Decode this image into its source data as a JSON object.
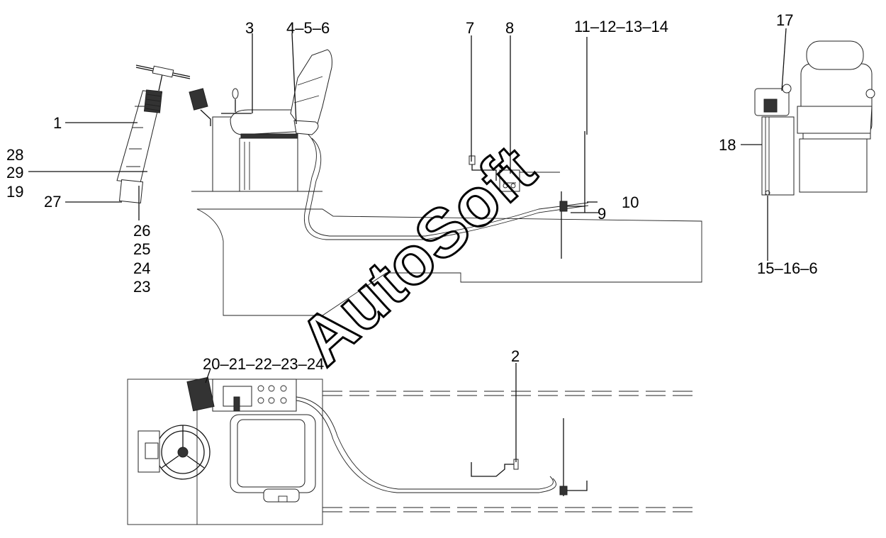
{
  "callouts": {
    "c1": "1",
    "c2": "2",
    "c3": "3",
    "c4_5_6": "4–5–6",
    "c7": "7",
    "c8": "8",
    "c9": "9",
    "c10": "10",
    "c11_14": "11–12–13–14",
    "c15_16_6": "15–16–6",
    "c17": "17",
    "c18": "18",
    "c19": "19",
    "c20_24": "20–21–22–23–24",
    "c23": "23",
    "c24": "24",
    "c25": "25",
    "c26": "26",
    "c27": "27",
    "c28": "28",
    "c29": "29"
  },
  "watermark": "AutoSoft"
}
